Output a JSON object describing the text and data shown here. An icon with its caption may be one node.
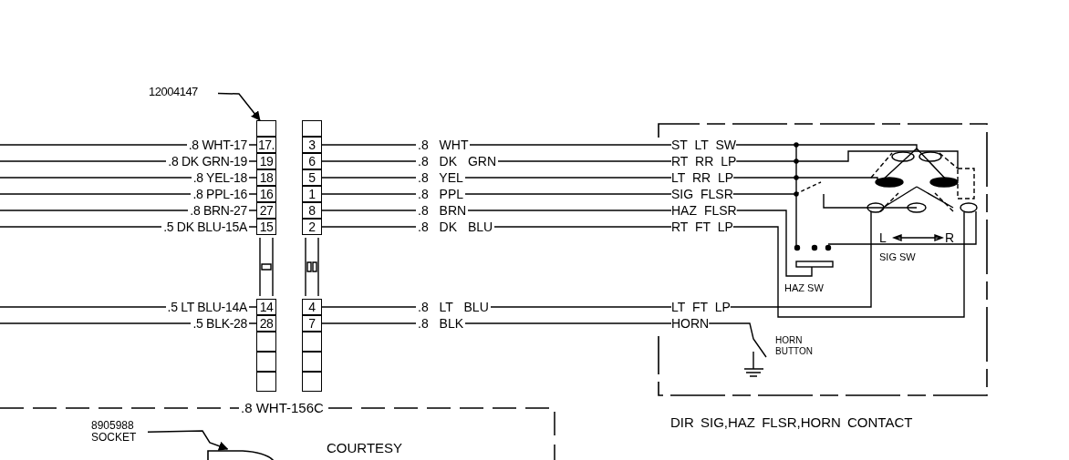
{
  "diagram": {
    "nodes": [
      {
        "text": [
          "12004147"
        ]
      },
      {
        "text": [],
        "shape": "box"
      },
      {
        "text": [],
        "shape": "box"
      },
      {
        "text": [
          "17."
        ]
      },
      {
        "text": [
          "3"
        ]
      },
      {
        "text": [
          "19"
        ]
      },
      {
        "text": [
          "6"
        ]
      },
      {
        "text": [
          "18"
        ]
      },
      {
        "text": [
          "5"
        ]
      },
      {
        "text": [
          "16"
        ]
      },
      {
        "text": [
          "1"
        ]
      },
      {
        "text": [
          "27"
        ]
      },
      {
        "text": [
          "8"
        ]
      },
      {
        "text": [
          "15"
        ]
      },
      {
        "text": [
          "2"
        ]
      },
      {
        "text": [
          "14"
        ]
      },
      {
        "text": [
          "4"
        ]
      },
      {
        "text": [
          "28"
        ]
      },
      {
        "text": [
          "7"
        ]
      },
      {
        "text": [],
        "shape": "box"
      },
      {
        "text": [],
        "shape": "box"
      },
      {
        "text": [],
        "shape": "box"
      },
      {
        "text": [],
        "shape": "box"
      },
      {
        "text": [],
        "shape": "box"
      },
      {
        "text": [],
        "shape": "box"
      },
      {
        "text": [],
        "shape": "box",
        "beside": [
          "DIR SIG,HAZ FLSR,HORN CONTACT"
        ]
      },
      {
        "text": [
          "ST LT SW"
        ],
        "in": 25
      },
      {
        "text": [
          "RT RR LP"
        ],
        "in": 25
      },
      {
        "text": [
          "LT RR LP"
        ],
        "in": 25
      },
      {
        "text": [
          "SIG FLSR"
        ],
        "in": 25
      },
      {
        "text": [
          "HAZ FLSR"
        ],
        "in": 25
      },
      {
        "text": [
          "RT FT LP"
        ],
        "in": 25
      },
      {
        "text": [
          "LT FT LP"
        ],
        "in": 25
      },
      {
        "text": [
          "HORN"
        ],
        "in": 25
      },
      {
        "text": [],
        "shape": "picture",
        "in": 25
      },
      {
        "text": [
          "8905988 SOCKET"
        ]
      },
      {
        "text": [],
        "shape": "box"
      }
    ],
    "edges": [
      {
        "from": 0,
        "to": 1,
        "arrow": "to"
      },
      {
        "from": null,
        "to": 3,
        "arrow": "none",
        "label": ".8 WHT-17"
      },
      {
        "from": null,
        "to": 5,
        "arrow": "none",
        "label": ".8 DK GRN-19"
      },
      {
        "from": null,
        "to": 7,
        "arrow": "none",
        "label": ".8 YEL-18"
      },
      {
        "from": null,
        "to": 9,
        "arrow": "none",
        "label": ".8 PPL-16"
      },
      {
        "from": null,
        "to": 11,
        "arrow": "none",
        "label": ".8 BRN-27"
      },
      {
        "from": null,
        "to": 13,
        "arrow": "none",
        "label": ".5 DK BLU-15A"
      },
      {
        "from": null,
        "to": 15,
        "arrow": "none",
        "label": ".5 LT BLU-14A"
      },
      {
        "from": null,
        "to": 17,
        "arrow": "none",
        "label": ".5 BLK-28"
      },
      {
        "from": 4,
        "to": 26,
        "arrow": "none",
        "label": ".8 WHT"
      },
      {
        "from": 6,
        "to": 27,
        "arrow": "none",
        "label": ".8 DK GRN"
      },
      {
        "from": 8,
        "to": 28,
        "arrow": "none",
        "label": ".8 YEL"
      },
      {
        "from": 10,
        "to": 29,
        "arrow": "none",
        "label": ".8 PPL"
      },
      {
        "from": 12,
        "to": 30,
        "arrow": "none",
        "label": ".8 BRN"
      },
      {
        "from": 14,
        "to": 31,
        "arrow": "none",
        "label": ".8 DK BLU"
      },
      {
        "from": 16,
        "to": 32,
        "arrow": "none",
        "label": ".8 LT BLU"
      },
      {
        "from": 18,
        "to": 33,
        "arrow": "none",
        "label": ".8 BLK"
      },
      {
        "from": 26,
        "to": 34,
        "arrow": "none"
      },
      {
        "from": 27,
        "to": 34,
        "arrow": "none"
      },
      {
        "from": 28,
        "to": 34,
        "arrow": "none"
      },
      {
        "from": 29,
        "to": 34,
        "arrow": "none"
      },
      {
        "from": 30,
        "to": 34,
        "arrow": "none"
      },
      {
        "from": 31,
        "to": 34,
        "arrow": "none"
      },
      {
        "from": 32,
        "to": 34,
        "arrow": "none"
      },
      {
        "from": 33,
        "to": 34,
        "arrow": "none"
      },
      {
        "from": 35,
        "to": 36,
        "arrow": "to"
      }
    ],
    "labels": [
      "L",
      "R",
      "SIG SW",
      "HAZ SW",
      "HORN BUTTON",
      ".8 WHT-156C",
      "COURTESY"
    ]
  }
}
